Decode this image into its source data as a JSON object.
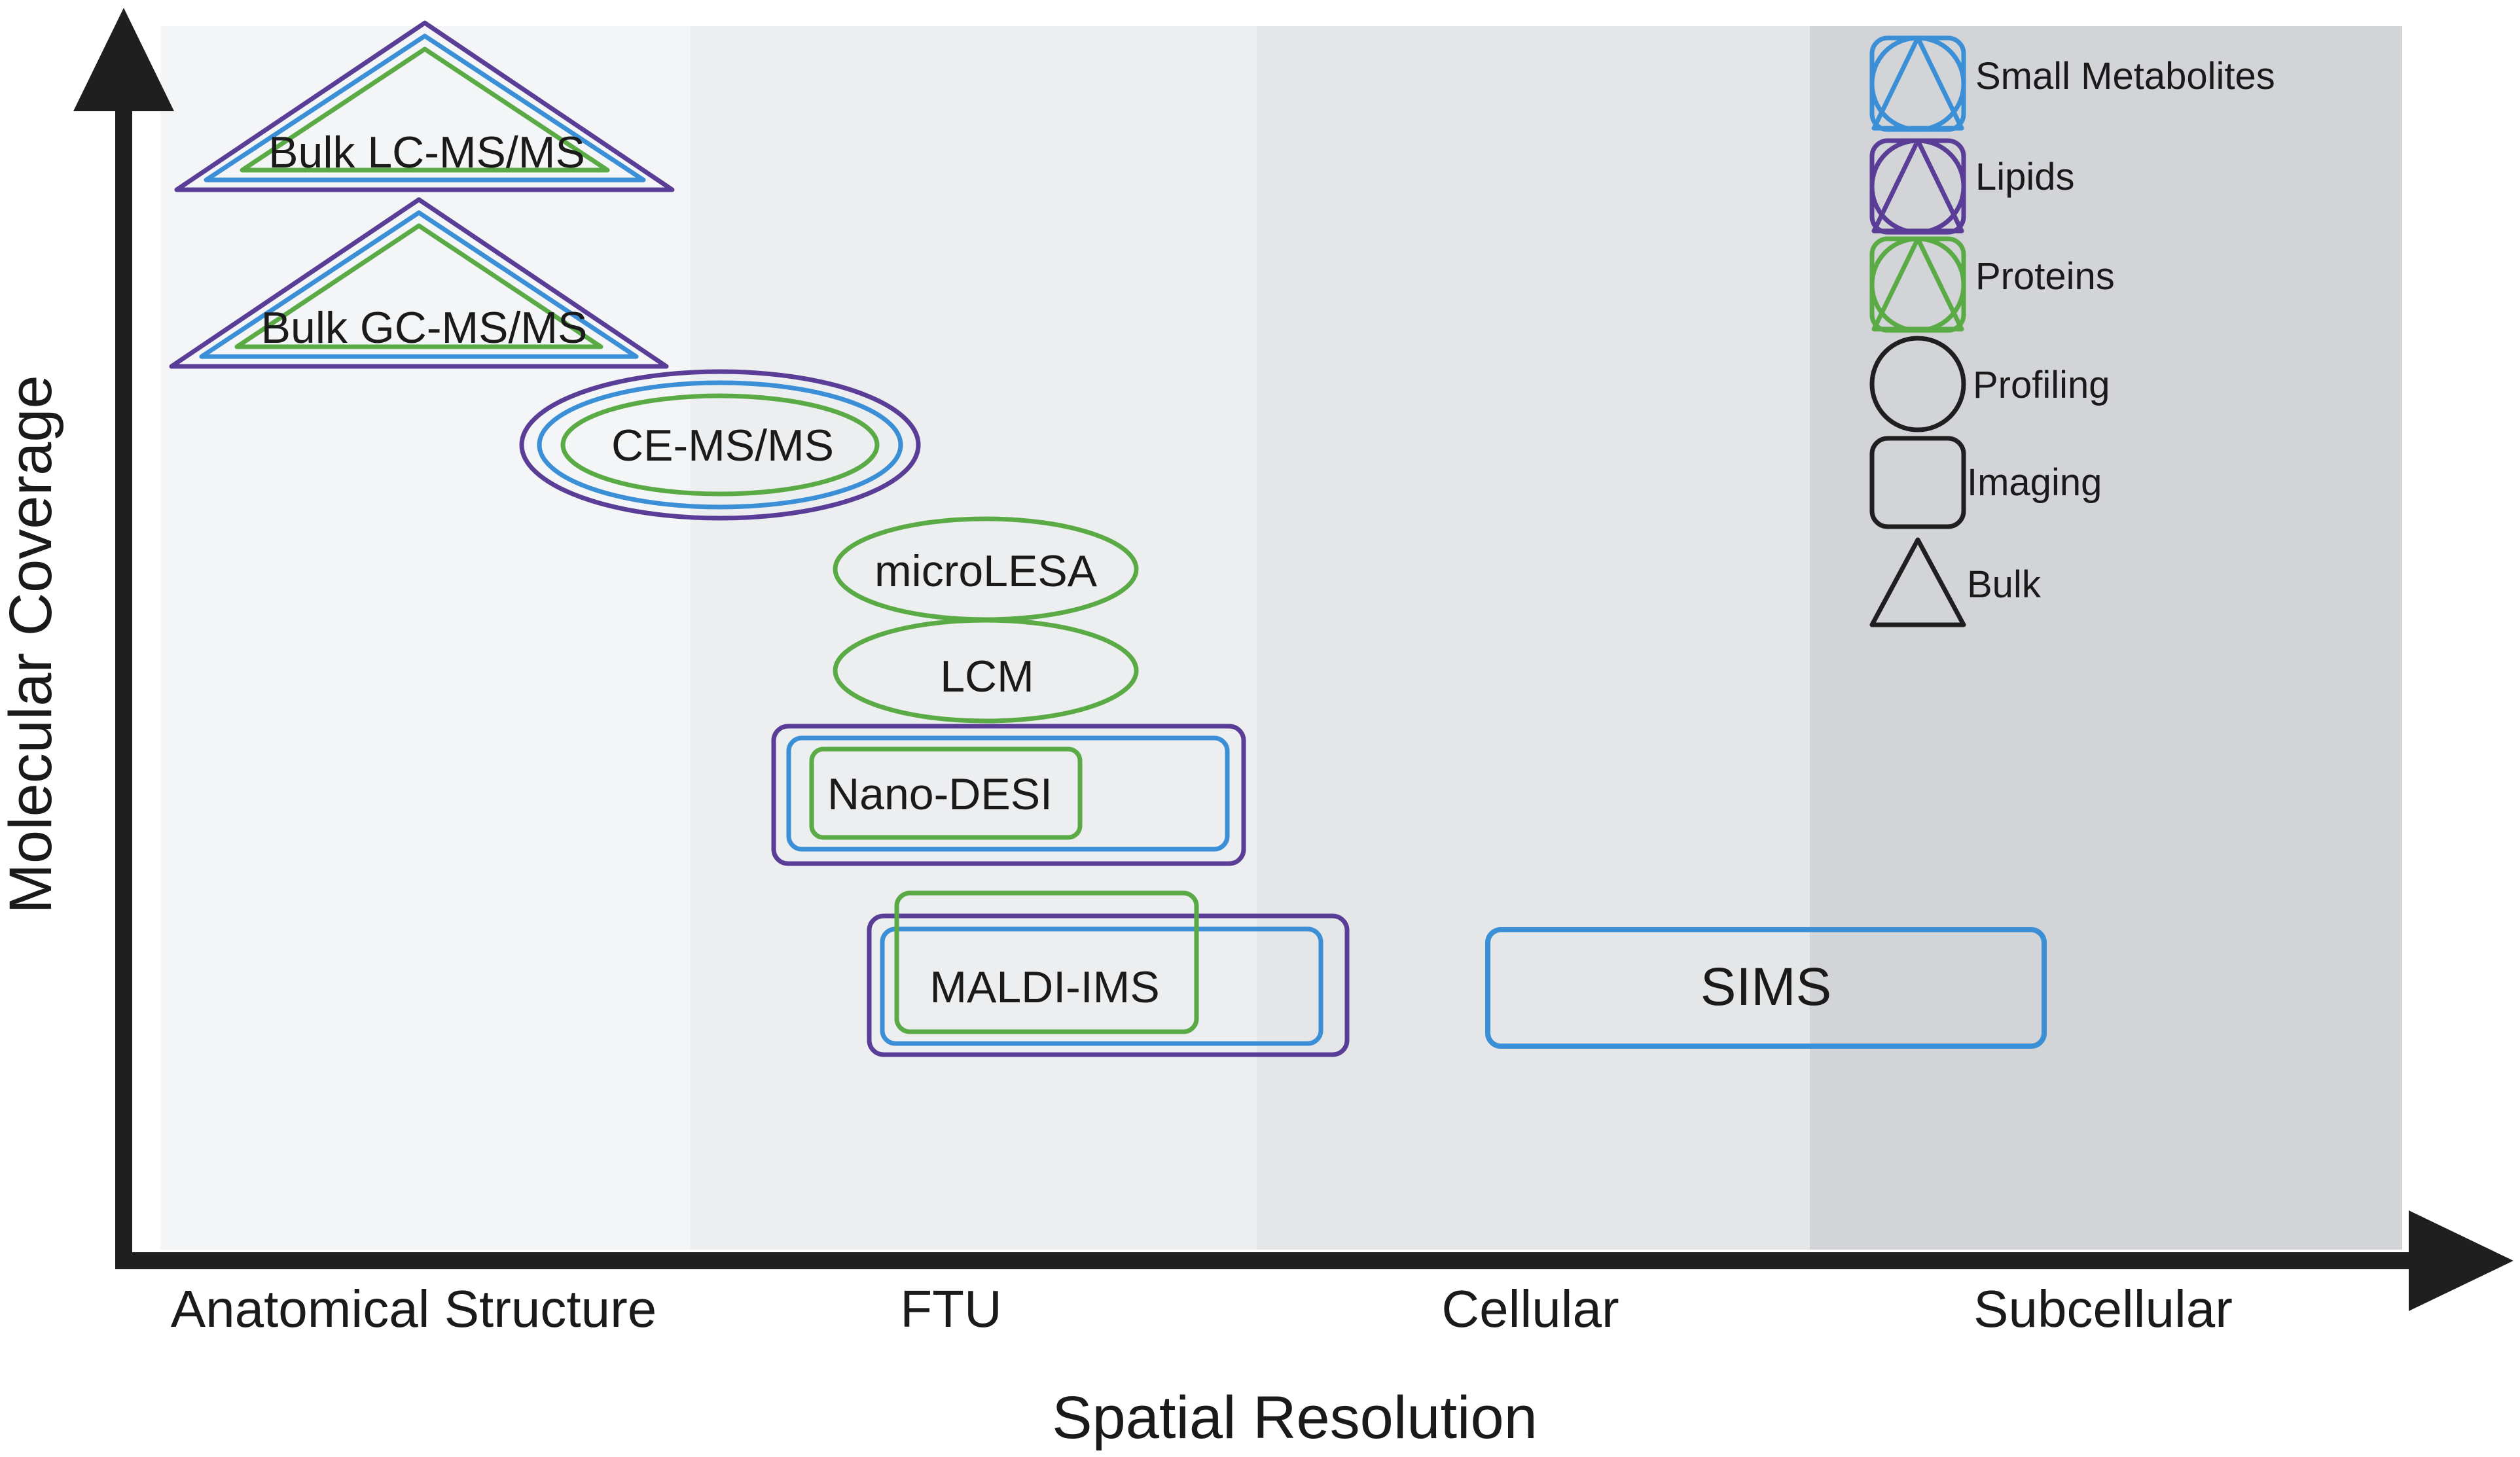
{
  "colors": {
    "small_metabolites": "#3a8fd6",
    "lipids": "#5a3d96",
    "proteins": "#5aab45",
    "neutral": "#1f1f1f",
    "band_anatomical": "#f4f5f6",
    "band_ftu": "#edeef0",
    "band_cellular": "#e5e6e8",
    "band_subcellular": "#d3d4d7",
    "axis": "#1f1f1f"
  },
  "axes": {
    "x_title": "Spatial Resolution",
    "y_title": "Molecular Coverage",
    "x_categories": [
      "Anatomical Structure",
      "FTU",
      "Cellular",
      "Subcellular"
    ]
  },
  "techniques": {
    "bulk_lc": {
      "label": "Bulk LC-MS/MS",
      "shape": "triangle",
      "classes": [
        "lipids",
        "small_metabolites",
        "proteins"
      ]
    },
    "bulk_gc": {
      "label": "Bulk GC-MS/MS",
      "shape": "triangle",
      "classes": [
        "lipids",
        "small_metabolites",
        "proteins"
      ]
    },
    "ce": {
      "label": "CE-MS/MS",
      "shape": "ellipse",
      "classes": [
        "lipids",
        "small_metabolites",
        "proteins"
      ]
    },
    "microlesa": {
      "label": "microLESA",
      "shape": "ellipse",
      "classes": [
        "proteins"
      ]
    },
    "lcm": {
      "label": "LCM",
      "shape": "ellipse",
      "classes": [
        "proteins"
      ]
    },
    "nanodesi": {
      "label": "Nano-DESI",
      "shape": "rounded-rect",
      "classes": [
        "lipids",
        "small_metabolites",
        "proteins"
      ]
    },
    "maldi": {
      "label": "MALDI-IMS",
      "shape": "rounded-rect",
      "classes": [
        "lipids",
        "small_metabolites",
        "proteins"
      ]
    },
    "sims": {
      "label": "SIMS",
      "shape": "rounded-rect",
      "classes": [
        "small_metabolites"
      ]
    }
  },
  "legend": {
    "small_metabolites": "Small Metabolites",
    "lipids": "Lipids",
    "proteins": "Proteins",
    "profiling": "Profiling",
    "imaging": "Imaging",
    "bulk": "Bulk"
  }
}
